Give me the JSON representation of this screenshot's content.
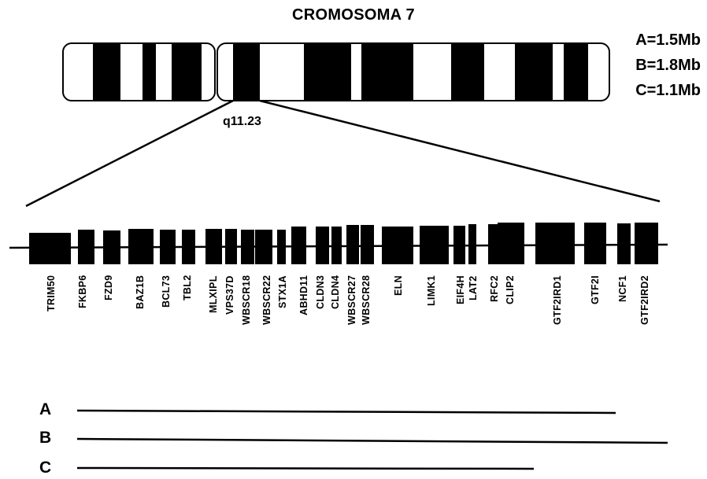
{
  "title": "CROMOSOMA 7",
  "band": "q11.23",
  "legend": [
    "A=1.5Mb",
    "B=1.8Mb",
    "C=1.1Mb"
  ],
  "genes": [
    "TRIM50",
    "FKBP6",
    "FZD9",
    "BAZ1B",
    "BCL73",
    "TBL2",
    "MLXIPL",
    "VPS37D",
    "WBSCR18",
    "WBSCR22",
    "STX1A",
    "ABHD11",
    "CLDN3",
    "CLDN4",
    "WBSCR27",
    "WBSCR28",
    "ELN",
    "LIMK1",
    "EIF4H",
    "LAT2",
    "RFC2",
    "CLIP2",
    "GTF2IRD1",
    "GTF2I",
    "NCF1",
    "GTF2IRD2"
  ],
  "rows": [
    {
      "label": "A",
      "size_mb": 1.5
    },
    {
      "label": "B",
      "size_mb": 1.8
    },
    {
      "label": "C",
      "size_mb": 1.1
    }
  ],
  "colors": {
    "band": "#000000",
    "outline": "#000000",
    "background": "#ffffff"
  }
}
